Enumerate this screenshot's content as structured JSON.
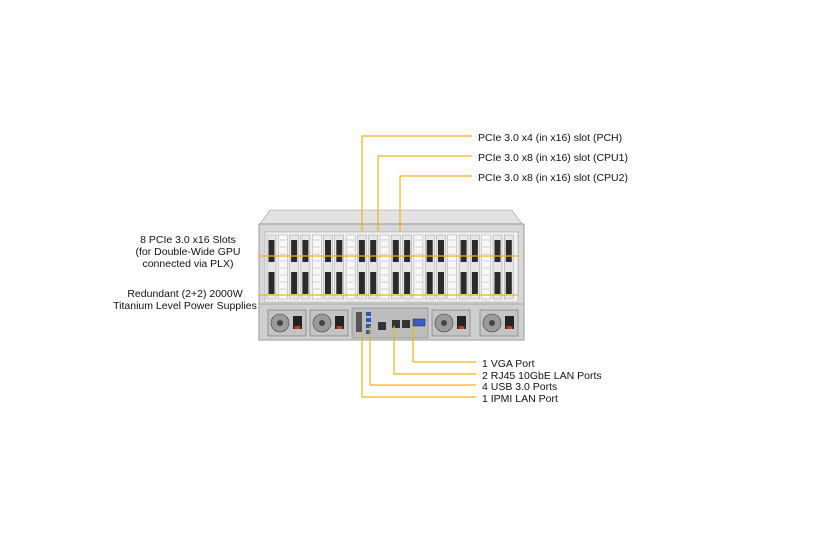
{
  "colors": {
    "callout_line": "#f3b21a",
    "chassis": "#d4d4d4",
    "chassis_dark": "#4a4a4a",
    "slot_dark": "#2b2b2b"
  },
  "icons": [
    "fan-icon",
    "power-plug-icon",
    "ethernet-port-icon",
    "usb-port-icon",
    "vga-port-icon"
  ],
  "labels": {
    "pcie_pch": "PCIe 3.0 x4 (in x16) slot (PCH)",
    "pcie_cpu1": "PCIe 3.0 x8 (in x16) slot (CPU1)",
    "pcie_cpu2": "PCIe 3.0 x8 (in x16) slot (CPU2)",
    "gpu_slots_line1": "8 PCIe 3.0 x16 Slots",
    "gpu_slots_line2": "(for Double-Wide GPU",
    "gpu_slots_line3": "connected via PLX)",
    "psu_line1": "Redundant  (2+2) 2000W",
    "psu_line2": "Titanium  Level Power Supplies",
    "vga": "1 VGA Port",
    "lan": "2 RJ45  10GbE LAN Ports",
    "usb": "4 USB 3.0 Ports",
    "ipmi": "1 IPMI  LAN Port"
  }
}
